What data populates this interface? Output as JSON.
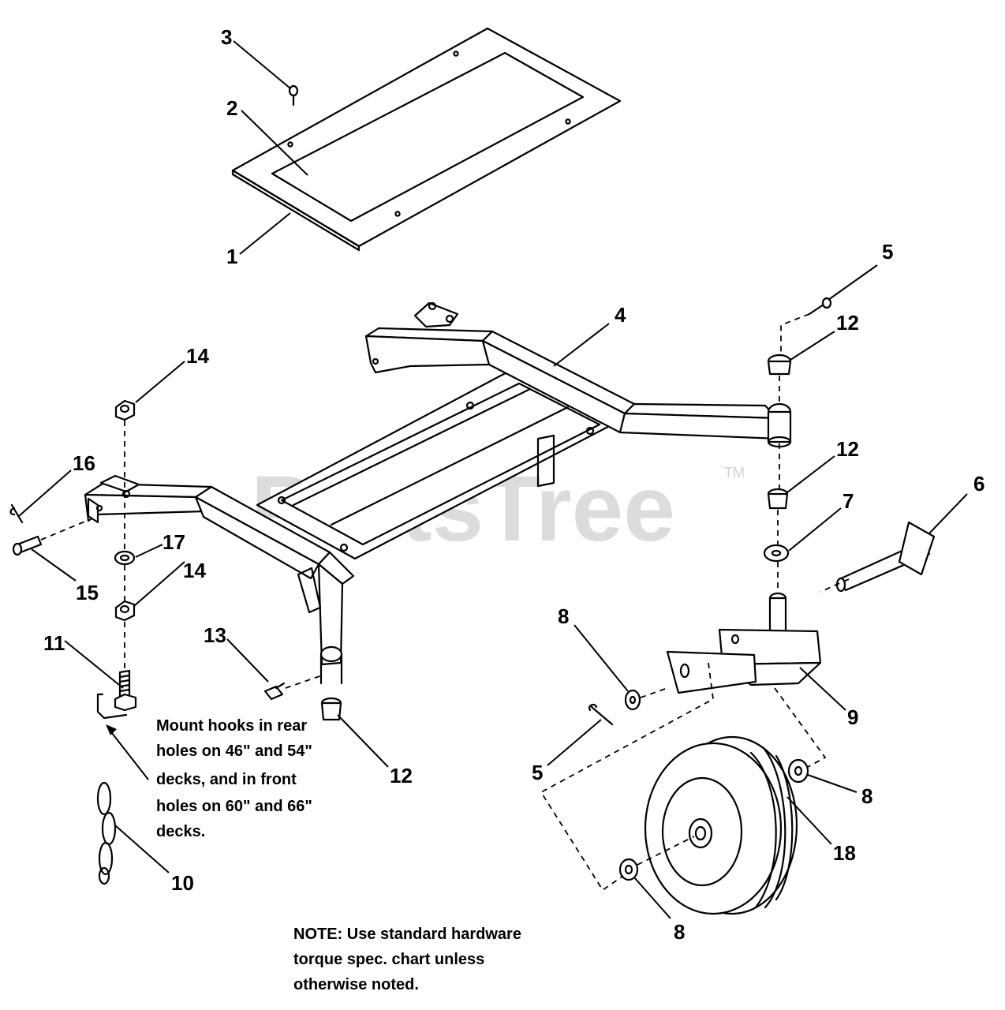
{
  "watermark": {
    "text": "PartsTree",
    "trademark": "TM"
  },
  "callouts": [
    "1",
    "2",
    "3",
    "4",
    "5",
    "5",
    "6",
    "7",
    "8",
    "8",
    "8",
    "9",
    "10",
    "11",
    "12",
    "12",
    "12",
    "13",
    "14",
    "14",
    "15",
    "16",
    "17",
    "18"
  ],
  "notes": {
    "hooks": [
      "Mount hooks in rear",
      "holes on 46\" and 54\"",
      "decks, and in front",
      "holes on 60\" and 66\"",
      "decks."
    ],
    "hardware": [
      "NOTE: Use standard hardware",
      "torque spec. chart unless",
      "otherwise noted."
    ]
  }
}
